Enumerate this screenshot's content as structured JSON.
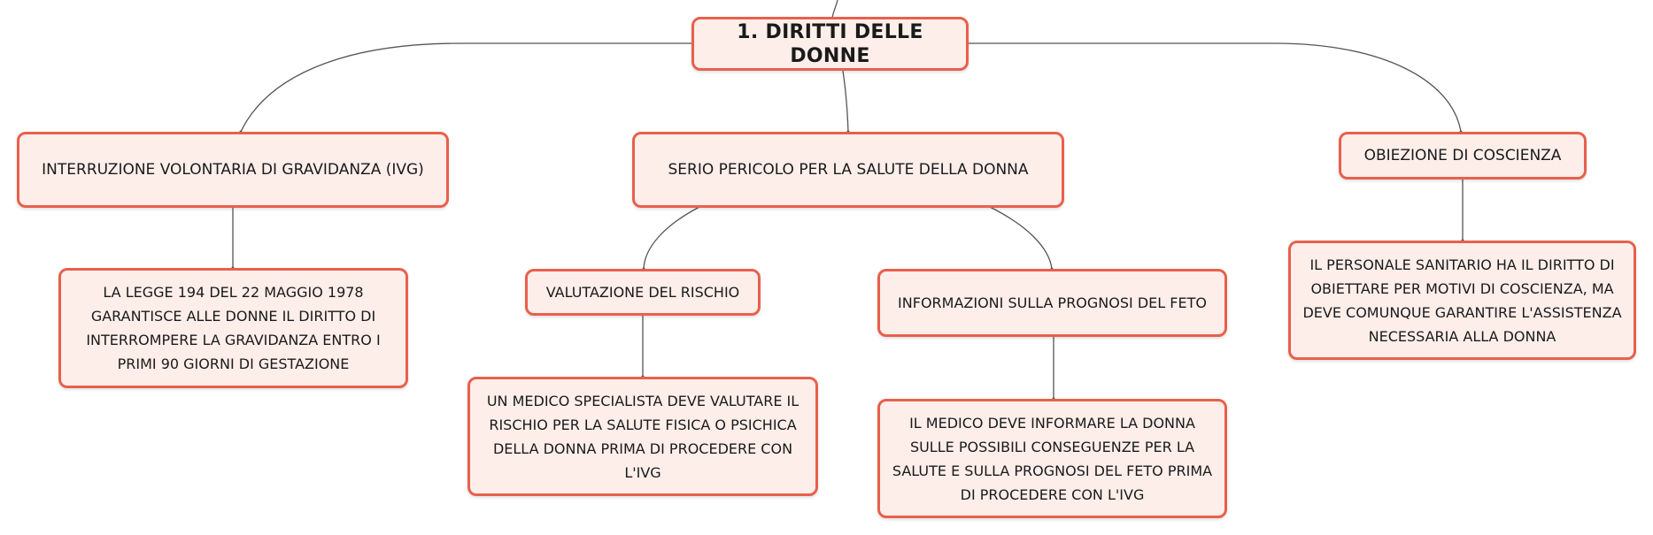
{
  "nodes": {
    "root": "1. DIRITTI DELLE DONNE",
    "ivg": "INTERRUZIONE VOLONTARIA DI GRAVIDANZA (IVG)",
    "ivg_detail": "LA LEGGE 194 DEL 22 MAGGIO 1978 GARANTISCE ALLE DONNE IL DIRITTO DI INTERROMPERE LA GRAVIDANZA ENTRO I PRIMI 90 GIORNI DI GESTAZIONE",
    "pericolo": "SERIO PERICOLO PER LA SALUTE DELLA DONNA",
    "valutazione": "VALUTAZIONE DEL RISCHIO",
    "valutazione_detail": "UN MEDICO SPECIALISTA DEVE VALUTARE IL RISCHIO PER LA SALUTE FISICA O PSICHICA DELLA DONNA PRIMA DI PROCEDERE CON L'IVG",
    "prognosi": "INFORMAZIONI SULLA PROGNOSI DEL FETO",
    "prognosi_detail": "IL MEDICO DEVE INFORMARE LA DONNA SULLE POSSIBILI CONSEGUENZE PER LA SALUTE E SULLA PROGNOSI DEL FETO PRIMA DI PROCEDERE CON L'IVG",
    "obiezione": "OBIEZIONE DI COSCIENZA",
    "obiezione_detail": "IL PERSONALE SANITARIO HA IL DIRITTO DI OBIETTARE PER MOTIVI DI COSCIENZA, MA DEVE COMUNQUE GARANTIRE L'ASSISTENZA NECESSARIA ALLA DONNA"
  },
  "colors": {
    "node_fill": "#fdeeea",
    "node_border": "#e8604c",
    "connector": "#555555",
    "text": "#1a1a1a"
  }
}
